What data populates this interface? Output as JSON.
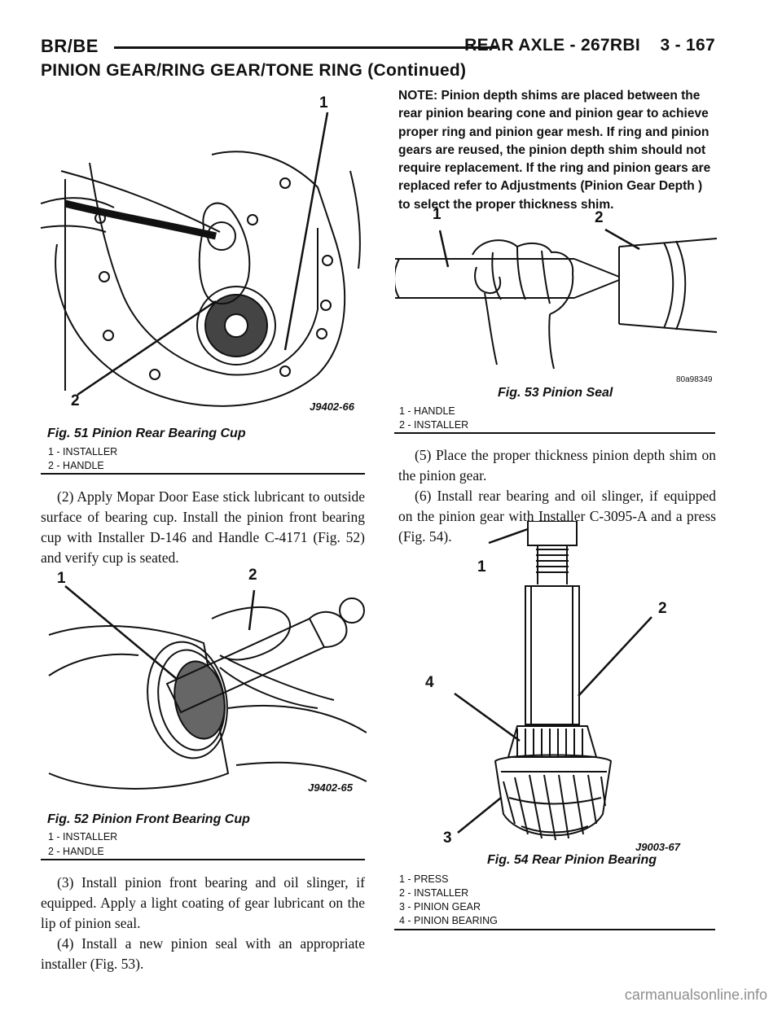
{
  "header": {
    "left": "BR/BE",
    "right": "REAR AXLE - 267RBI    3 - 167",
    "subtitle": "PINION GEAR/RING GEAR/TONE RING (Continued)"
  },
  "fig51": {
    "caption": "Fig. 51 Pinion Rear Bearing Cup",
    "id_label": "J9402-66",
    "callouts": [
      "1",
      "2"
    ],
    "legend": [
      "1 - INSTALLER",
      "2 - HANDLE"
    ]
  },
  "left_text": {
    "step2": "(2) Apply Mopar Door Ease stick lubricant to outside surface of bearing cup. Install the pinion front bearing cup with Installer D-146 and Handle C-4171 (Fig. 52) and verify cup is seated."
  },
  "fig52": {
    "caption": "Fig. 52 Pinion Front Bearing Cup",
    "id_label": "J9402-65",
    "callouts": [
      "1",
      "2"
    ],
    "legend": [
      "1 - INSTALLER",
      "2 - HANDLE"
    ]
  },
  "left_text2": {
    "step3": "(3) Install pinion front bearing and oil slinger, if equipped. Apply a light coating of gear lubricant on the lip of pinion seal.",
    "step4": "(4) Install a new pinion seal with an appropriate installer (Fig. 53)."
  },
  "note": {
    "text": "NOTE: Pinion depth shims are placed between the rear pinion bearing cone and pinion gear to achieve proper ring and pinion gear mesh. If ring and pinion gears are reused, the pinion depth shim should not require replacement. If the ring and pinion gears are replaced refer to Adjustments (Pinion Gear Depth ) to select the proper thickness shim."
  },
  "fig53": {
    "caption": "Fig. 53 Pinion Seal",
    "id_label": "80a98349",
    "callouts": [
      "1",
      "2"
    ],
    "legend": [
      "1 - HANDLE",
      "2 - INSTALLER"
    ]
  },
  "right_text": {
    "step5": "(5) Place the proper thickness pinion depth shim on the pinion gear.",
    "step6": "(6) Install rear bearing and oil slinger, if equipped on the pinion gear with Installer C-3095-A and a press (Fig. 54)."
  },
  "fig54": {
    "caption": "Fig. 54 Rear Pinion Bearing",
    "id_label": "J9003-67",
    "callouts": [
      "1",
      "2",
      "3",
      "4"
    ],
    "legend": [
      "1 - PRESS",
      "2 - INSTALLER",
      "3 - PINION GEAR",
      "4 - PINION BEARING"
    ]
  },
  "footer": {
    "watermark": "carmanualsonline.info"
  }
}
